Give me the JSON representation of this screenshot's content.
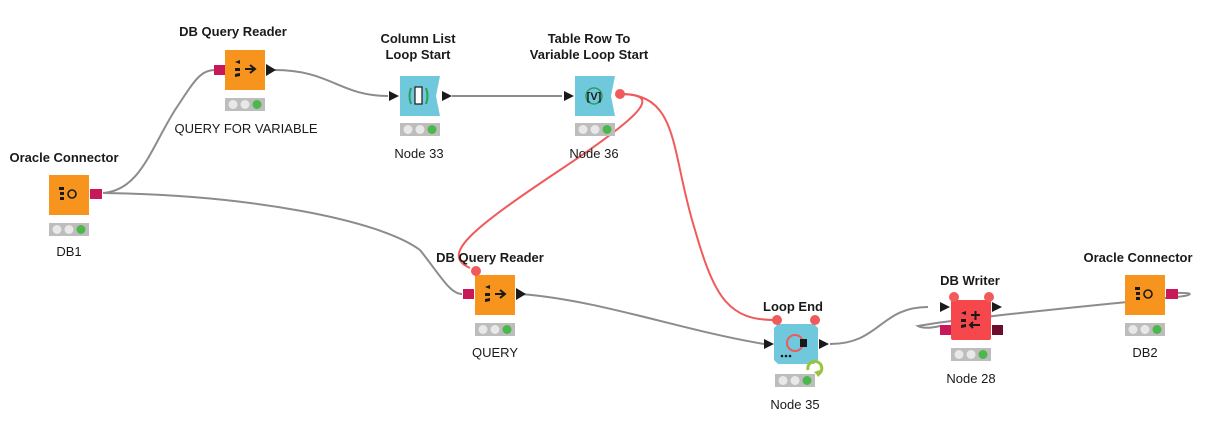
{
  "workflow": {
    "nodes": [
      {
        "id": "oracle-db1",
        "title": "Oracle Connector",
        "label": "DB1",
        "type": "source",
        "color": "#f7941d",
        "icon": "database-connector-icon",
        "status": "executed"
      },
      {
        "id": "query-reader-var",
        "title": "DB Query Reader",
        "label": "QUERY FOR VARIABLE",
        "type": "source",
        "color": "#f7941d",
        "icon": "db-query-read-icon",
        "status": "executed"
      },
      {
        "id": "column-list-loop",
        "title": "Column List\nLoop Start",
        "title_lines": [
          "Column List",
          "Loop Start"
        ],
        "label": "Node 33",
        "type": "loop-start",
        "color": "#70c8dc",
        "icon": "column-loop-icon",
        "status": "executed"
      },
      {
        "id": "row-var-loop",
        "title": "Table Row To\nVariable Loop Start",
        "title_lines": [
          "Table Row To",
          "Variable Loop Start"
        ],
        "label": "Node 36",
        "type": "loop-start",
        "color": "#70c8dc",
        "icon": "variable-loop-icon",
        "status": "executed"
      },
      {
        "id": "query-reader",
        "title": "DB Query Reader",
        "label": "QUERY",
        "type": "source",
        "color": "#f7941d",
        "icon": "db-query-read-icon",
        "status": "executed"
      },
      {
        "id": "loop-end",
        "title": "Loop End",
        "label": "Node 35",
        "type": "loop-end",
        "color": "#70c8dc",
        "icon": "loop-end-icon",
        "status": "executed"
      },
      {
        "id": "db-writer",
        "title": "DB Writer",
        "label": "Node 28",
        "type": "sink",
        "color": "#f5474c",
        "icon": "db-write-icon",
        "status": "executed"
      },
      {
        "id": "oracle-db2",
        "title": "Oracle Connector",
        "label": "DB2",
        "type": "source",
        "color": "#f7941d",
        "icon": "database-connector-icon",
        "status": "executed"
      }
    ],
    "colors": {
      "data_connection": "#8c8c8c",
      "variable_connection": "#f05a5a",
      "db_port": "#c8185a",
      "db_port_dark": "#6b0e2e",
      "status_ok": "#4cb84c",
      "status_off": "#e8e8e8"
    }
  }
}
